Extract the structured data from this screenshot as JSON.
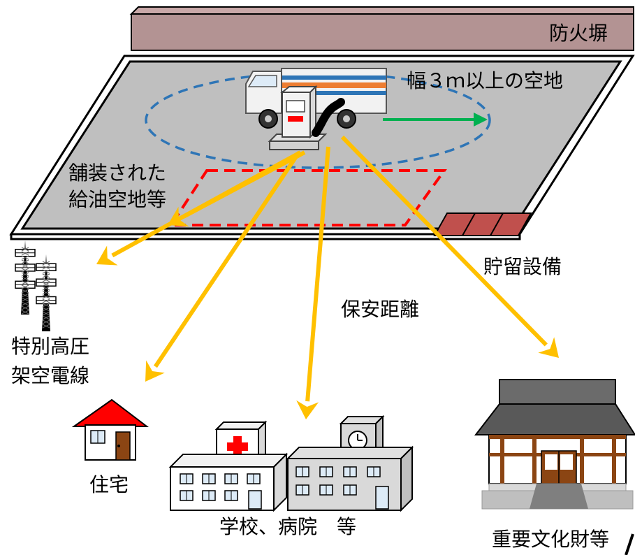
{
  "labels": {
    "firewall": "防火塀",
    "vacant_land": "幅３ｍ以上の空地",
    "paved_area_line1": "舗装された",
    "paved_area_line2": "給油空地等",
    "storage": "貯留設備",
    "safety_distance": "保安距離",
    "power_line_line1": "特別高圧",
    "power_line_line2": "架空電線",
    "house": "住宅",
    "school_hospital": "学校、病院　等",
    "cultural_property": "重要文化財等"
  },
  "colors": {
    "arrow": "#FFC000",
    "paved_outline": "#FF0000",
    "vacant_circle": "#2E75B6",
    "width_arrow": "#00B050",
    "firewall": "#B39393",
    "ground": "#C0C0C0",
    "storage": "#C0504D",
    "roof_house": "#FF0000",
    "hospital_cross": "#FF0000",
    "temple_wood": "#8B4513"
  },
  "icons": [
    "transmission-tower-icon",
    "house-icon",
    "hospital-icon",
    "school-icon",
    "temple-icon",
    "tanker-truck-icon",
    "fuel-dispenser-icon"
  ]
}
